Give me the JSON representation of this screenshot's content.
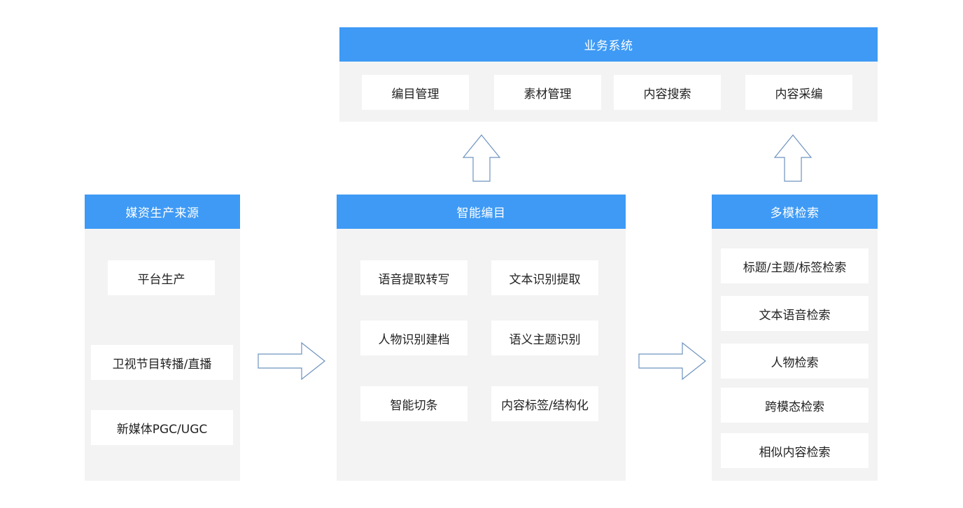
{
  "business_system": {
    "title": "业务系统",
    "items": [
      "编目管理",
      "素材管理",
      "内容搜索",
      "内容采编"
    ]
  },
  "media_sources": {
    "title": "媒资生产来源",
    "items": [
      "平台生产",
      "卫视节目转播/直播",
      "新媒体PGC/UGC"
    ]
  },
  "smart_catalog": {
    "title": "智能编目",
    "items": [
      "语音提取转写",
      "文本识别提取",
      "人物识别建档",
      "语义主题识别",
      "智能切条",
      "内容标签/结构化"
    ]
  },
  "multimodal_search": {
    "title": "多模检索",
    "items": [
      "标题/主题/标签检索",
      "文本语音检索",
      "人物检索",
      "跨模态检索",
      "相似内容检索"
    ]
  },
  "colors": {
    "header": "#3e9af5",
    "panel": "#f3f3f3",
    "item": "#ffffff",
    "arrow_stroke": "#6d93bf"
  }
}
